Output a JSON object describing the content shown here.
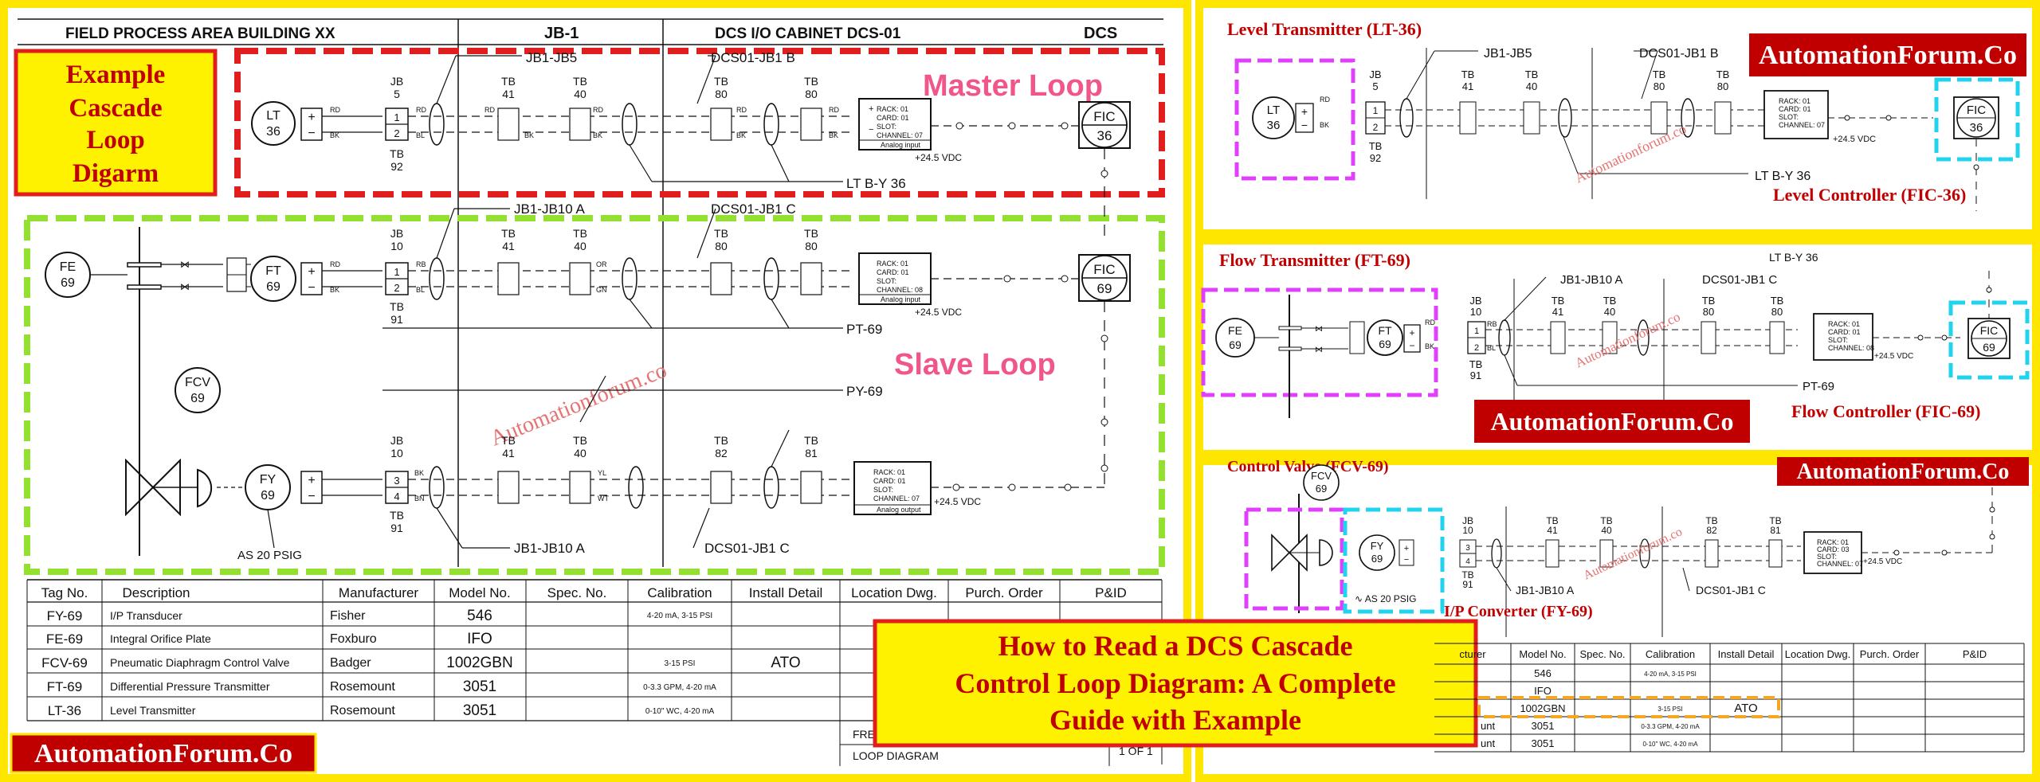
{
  "colors": {
    "frame_yellow": "#ffe600",
    "red_brand": "#c00000",
    "master_loop_dash": "#e01e1e",
    "slave_loop_dash": "#92e030",
    "pink_label": "#f0568a",
    "magenta_highlight": "#e040fb",
    "cyan_highlight": "#22d3ee",
    "orange_highlight": "#f5a623"
  },
  "main": {
    "header": {
      "field": "FIELD PROCESS AREA BUILDING XX",
      "jb": "JB-1",
      "cabinet": "DCS I/O CABINET DCS-01",
      "dcs": "DCS"
    },
    "example_box": [
      "Example",
      "Cascade",
      "Loop",
      "Digarm"
    ],
    "master_loop": "Master Loop",
    "slave_loop": "Slave Loop",
    "watermark": "Automationforum.co",
    "master": {
      "lt": [
        "LT",
        "36"
      ],
      "jb_ref": "JB1-JB5",
      "dcs_ref": "DCS01-JB1 B",
      "jb_tb": [
        "JB",
        "5"
      ],
      "jb_tb_bottom": [
        "TB",
        "92"
      ],
      "tb1": [
        "TB",
        "41"
      ],
      "tb2": [
        "TB",
        "40"
      ],
      "tb3": [
        "TB",
        "80"
      ],
      "tb4": [
        "TB",
        "80"
      ],
      "rack": [
        "RACK: 01",
        "CARD: 01",
        "SLOT:",
        "CHANNEL: 07",
        "Analog input"
      ],
      "vdc": "+24.5 VDC",
      "fic": [
        "FIC",
        "36"
      ],
      "cable": "LT B-Y 36"
    },
    "slave_flow": {
      "fe": [
        "FE",
        "69"
      ],
      "ft": [
        "FT",
        "69"
      ],
      "jb_ref": "JB1-JB10 A",
      "dcs_ref": "DCS01-JB1 C",
      "jb_tb": [
        "JB",
        "10"
      ],
      "jb_tb_bottom": [
        "TB",
        "91"
      ],
      "tb1": [
        "TB",
        "41"
      ],
      "tb2": [
        "TB",
        "40"
      ],
      "tb3": [
        "TB",
        "80"
      ],
      "tb4": [
        "TB",
        "80"
      ],
      "rack": [
        "RACK: 01",
        "CARD: 01",
        "SLOT:",
        "CHANNEL: 08",
        "Analog input"
      ],
      "vdc": "+24.5 VDC",
      "fic": [
        "FIC",
        "69"
      ],
      "cable": "PT-69"
    },
    "slave_valve": {
      "fcv": [
        "FCV",
        "69"
      ],
      "fy": [
        "FY",
        "69"
      ],
      "cable": "PY-69",
      "jb_ref": "JB1-JB10 A",
      "dcs_ref": "DCS01-JB1 C",
      "jb_tb": [
        "JB",
        "10"
      ],
      "jb_tb_bottom": [
        "TB",
        "91"
      ],
      "tb1": [
        "TB",
        "41"
      ],
      "tb2": [
        "TB",
        "40"
      ],
      "tb3": [
        "TB",
        "82"
      ],
      "tb4": [
        "TB",
        "81"
      ],
      "rack": [
        "RACK: 01",
        "CARD: 01",
        "SLOT:",
        "CHANNEL: 07",
        "Analog output"
      ],
      "vdc": "+24.5 VDC",
      "air": "AS 20 PSIG"
    },
    "table": {
      "headers": [
        "Tag No.",
        "Description",
        "Manufacturer",
        "Model No.",
        "Spec. No.",
        "Calibration",
        "Install Detail",
        "Location Dwg.",
        "Purch. Order",
        "P&ID"
      ],
      "rows": [
        [
          "FY-69",
          "I/P Transducer",
          "Fisher",
          "546",
          "",
          "4-20 mA, 3-15 PSI",
          "",
          "",
          "",
          ""
        ],
        [
          "FE-69",
          "Integral Orifice Plate",
          "Foxburo",
          "IFO",
          "",
          "",
          "",
          "",
          "",
          ""
        ],
        [
          "FCV-69",
          "Pneumatic Diaphragm Control Valve",
          "Badger",
          "1002GBN",
          "",
          "3-15 PSI",
          "ATO",
          "",
          "",
          ""
        ],
        [
          "FT-69",
          "Differential Pressure Transmitter",
          "Rosemount",
          "3051",
          "",
          "0-3.3 GPM, 4-20 mA",
          "",
          "",
          "",
          ""
        ],
        [
          "LT-36",
          "Level Transmitter",
          "Rosemount",
          "3051",
          "",
          "0-10\" WC, 4-20 mA",
          "",
          "",
          "",
          ""
        ]
      ],
      "title_block": [
        "FRE",
        "LOOP DIAGRAM",
        "1 OF 1"
      ]
    },
    "brand": "AutomationForum.Co",
    "title": [
      "How to Read a DCS Cascade",
      "Control Loop Diagram: A Complete",
      "Guide with Example"
    ]
  },
  "panel1": {
    "label": "Level Transmitter (LT-36)",
    "brand": "AutomationForum.Co",
    "controller": "Level Controller (FIC-36)"
  },
  "panel2": {
    "label": "Flow Transmitter (FT-69)",
    "brand": "AutomationForum.Co",
    "controller": "Flow Controller (FIC-69)",
    "top_ref": "LT B-Y 36"
  },
  "panel3": {
    "label": "Control Valve (FCV-69)",
    "brand": "AutomationForum.Co",
    "converter": "I/P Converter (FY-69)",
    "table_headers": [
      "cturer",
      "Model No.",
      "Spec. No.",
      "Calibration",
      "Install Detail",
      "Location Dwg.",
      "Purch. Order",
      "P&ID"
    ],
    "table_rows": [
      [
        "",
        "546",
        "",
        "4-20 mA, 3-15 PSI",
        "",
        "",
        "",
        ""
      ],
      [
        "",
        "IFO",
        "",
        "",
        "",
        "",
        "",
        ""
      ],
      [
        "",
        "1002GBN",
        "",
        "3-15 PSI",
        "ATO",
        "",
        "",
        ""
      ],
      [
        "unt",
        "3051",
        "",
        "0-3.3 GPM, 4-20 mA",
        "",
        "",
        "",
        ""
      ],
      [
        "unt",
        "3051",
        "",
        "0-10\" WC, 4-20 mA",
        "",
        "",
        "",
        ""
      ]
    ]
  }
}
